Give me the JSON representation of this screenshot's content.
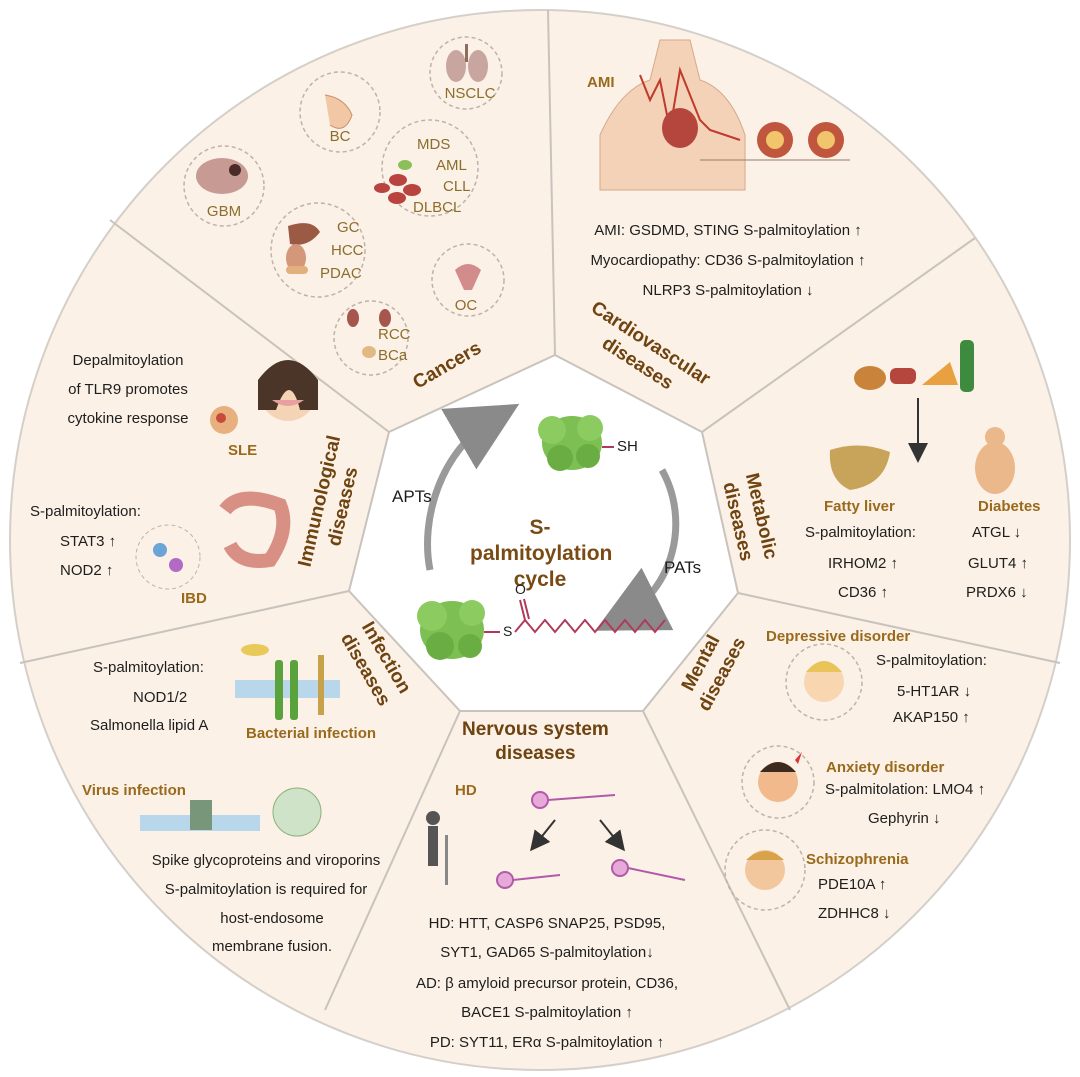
{
  "center": {
    "title_line1": "S-palmitoylation",
    "title_line2": "cycle",
    "apts": "APTs",
    "pats": "PATs",
    "sh": "SH",
    "s": "S",
    "o": "O"
  },
  "categories": {
    "cancers": "Cancers",
    "cardio_line1": "Cardiovascular",
    "cardio_line2": "diseases",
    "metabolic_line1": "Metabolic",
    "metabolic_line2": "diseases",
    "mental_line1": "Mental",
    "mental_line2": "diseases",
    "nervous_line1": "Nervous system",
    "nervous_line2": "diseases",
    "infection_line1": "Infection",
    "infection_line2": "diseases",
    "immuno_line1": "Immunological",
    "immuno_line2": "diseases"
  },
  "cancers": {
    "nsclc": "NSCLC",
    "bc": "BC",
    "gbm": "GBM",
    "mds": "MDS",
    "aml": "AML",
    "cll": "CLL",
    "dlbcl": "DLBCL",
    "gc": "GC",
    "hcc": "HCC",
    "pdac": "PDAC",
    "oc": "OC",
    "rcc": "RCC",
    "bca": "BCa"
  },
  "cardio": {
    "ami_label": "AMI",
    "line1": "AMI: GSDMD, STING S-palmitoylation ↑",
    "line2": "Myocardiopathy: CD36 S-palmitoylation ↑",
    "line3": "NLRP3 S-palmitoylation ↓"
  },
  "metabolic": {
    "fatty_liver": "Fatty liver",
    "diabetes": "Diabetes",
    "sp": "S-palmitoylation:",
    "irhom2": "IRHOM2 ↑",
    "cd36": "CD36 ↑",
    "atgl": "ATGL ↓",
    "glut4": "GLUT4 ↑",
    "prdx6": "PRDX6 ↓"
  },
  "mental": {
    "depressive": "Depressive disorder",
    "sp": "S-palmitoylation:",
    "ht1ar": "5-HT1AR ↓",
    "akap150": "AKAP150 ↑",
    "anxiety": "Anxiety disorder",
    "lmo4": "S-palmitolation: LMO4 ↑",
    "gephyrin": "Gephyrin ↓",
    "schizophrenia": "Schizophrenia",
    "pde10a": "PDE10A ↑",
    "zdhhc8": "ZDHHC8 ↓"
  },
  "nervous": {
    "hd_label": "HD",
    "line1": "HD: HTT, CASP6 SNAP25, PSD95,",
    "line2": "SYT1, GAD65 S-palmitoylation↓",
    "line3": "AD: β amyloid precursor protein, CD36,",
    "line4": "BACE1 S-palmitoylation ↑",
    "line5": "PD: SYT11, ERα S-palmitoylation ↑"
  },
  "infection": {
    "sp": "S-palmitoylation:",
    "nod12": "NOD1/2",
    "salmonella": "Salmonella lipid A",
    "bacterial": "Bacterial infection",
    "virus": "Virus infection",
    "line1": "Spike glycoproteins and viroporins",
    "line2": "S-palmitoylation is required for",
    "line3": "host-endosome",
    "line4": "membrane fusion."
  },
  "immuno": {
    "dep1": "Depalmitoylation",
    "dep2": "of TLR9 promotes",
    "dep3": "cytokine response",
    "sle": "SLE",
    "sp": "S-palmitoylation:",
    "stat3": "STAT3 ↑",
    "nod2": "NOD2 ↑",
    "ibd": "IBD"
  },
  "colors": {
    "panel_fill": "#fbf1e7",
    "center_fill": "#ffffff",
    "divider": "#c9c4be",
    "heading": "#6e4310",
    "protein_green": "#7dbf52"
  }
}
